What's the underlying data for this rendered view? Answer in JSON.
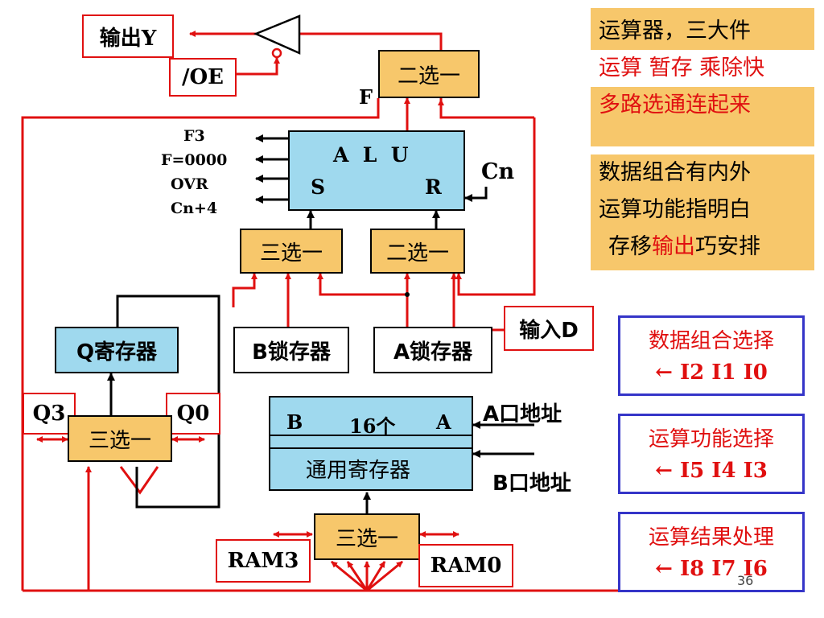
{
  "diagram": {
    "output_y": "输出Y",
    "oe": "/OE",
    "mux_out": "二选一",
    "f_label": "F",
    "flags": [
      "F3",
      "F=0000",
      "OVR",
      "Cn+4"
    ],
    "alu": {
      "top": "A  L  U",
      "s": "S",
      "r": "R"
    },
    "cn": "Cn",
    "mux3_s": "三选一",
    "mux2_r": "二选一",
    "input_d": "输入D",
    "q_reg": "Q寄存器",
    "b_latch": "B锁存器",
    "a_latch": "A锁存器",
    "q3": "Q3",
    "q0": "Q0",
    "mux3_q": "三选一",
    "regfile": {
      "b": "B",
      "count": "16个",
      "a": "A",
      "name": "通用寄存器"
    },
    "a_addr": "A口地址",
    "b_addr": "B口地址",
    "mux3_ram": "三选一",
    "ram3": "RAM3",
    "ram0": "RAM0"
  },
  "notes": {
    "box1": {
      "line1": "运算器，三大件",
      "line2": "运算 暂存 乘除快",
      "line3": "多路选通连起来"
    },
    "box2": {
      "line1": "数据组合有内外",
      "line2": "运算功能指明白",
      "line3_a": "存移",
      "line3_b": "输出",
      "line3_c": "巧安排"
    }
  },
  "selectors": [
    {
      "title": "数据组合选择",
      "bits": "←  I2 I1 I0"
    },
    {
      "title": "运算功能选择",
      "bits": "←  I5 I4 I3"
    },
    {
      "title": "运算结果处理",
      "bits": "←  I8 I7 I6"
    }
  ],
  "page_number": "36",
  "colors": {
    "wire_red": "#e01010",
    "orange": "#f7c76b",
    "blue": "#9fd9ee",
    "selector_border": "#3535c8"
  }
}
